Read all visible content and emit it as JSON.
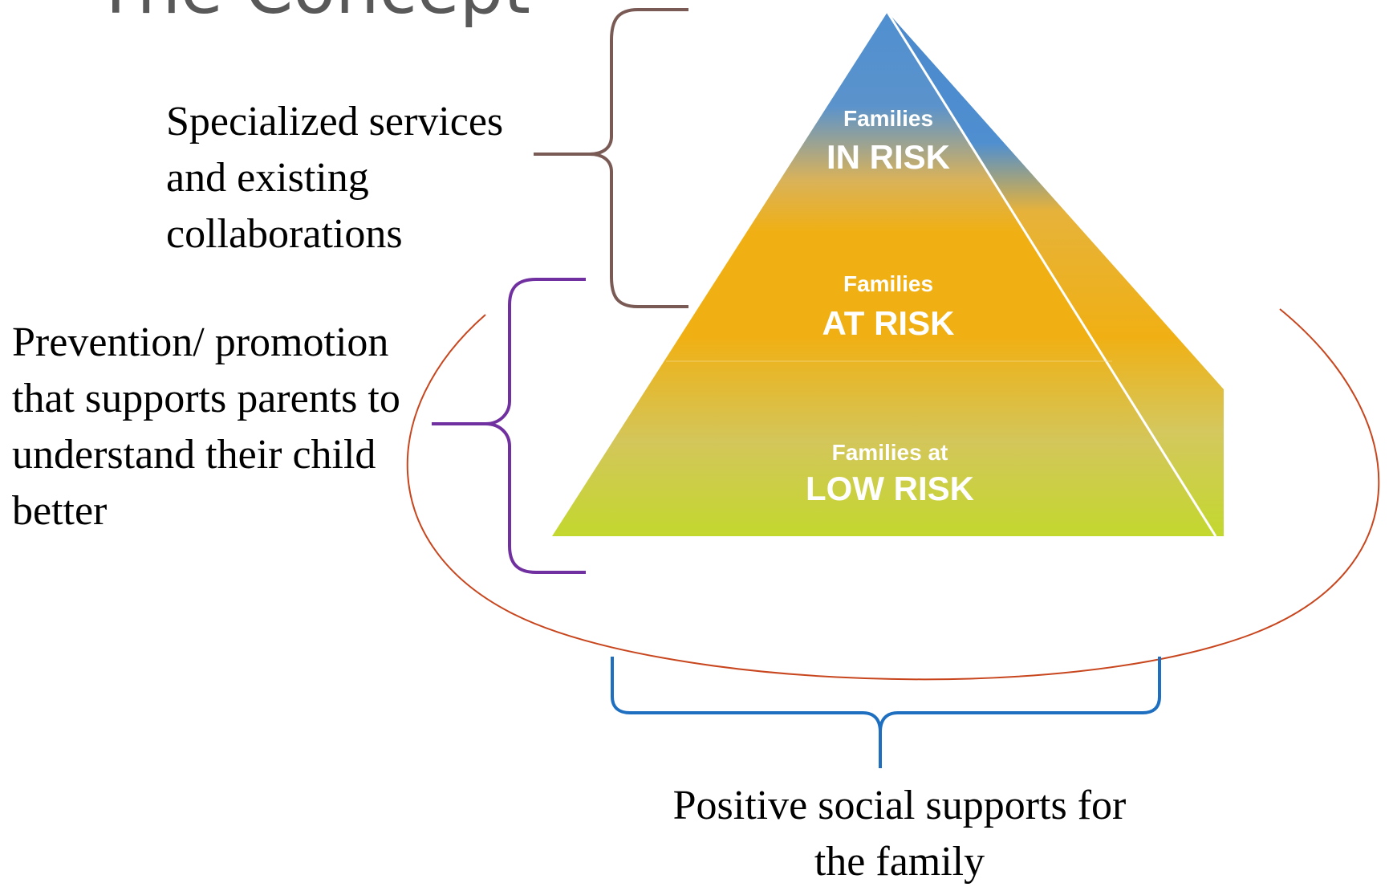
{
  "title": "The Concept",
  "pyramid": {
    "levels": [
      {
        "small": "Families",
        "big": "IN RISK"
      },
      {
        "small": "Families",
        "big": "AT RISK"
      },
      {
        "small": "Families at",
        "big": "LOW RISK"
      }
    ]
  },
  "labels": {
    "specialized": [
      "Specialized services",
      "and existing",
      "collaborations"
    ],
    "prevention": [
      "Prevention/ promotion",
      "that supports parents to",
      "understand their child",
      "better"
    ],
    "positive": [
      "Positive social supports for",
      "the family"
    ]
  },
  "colors": {
    "top": "#4f8fd0",
    "middle": "#f0b014",
    "bottom": "#c3d82e",
    "brace_top": "#7a5a55",
    "brace_middle": "#7030a0",
    "brace_bottom": "#1f6fc0",
    "ellipse": "#c8461e"
  }
}
